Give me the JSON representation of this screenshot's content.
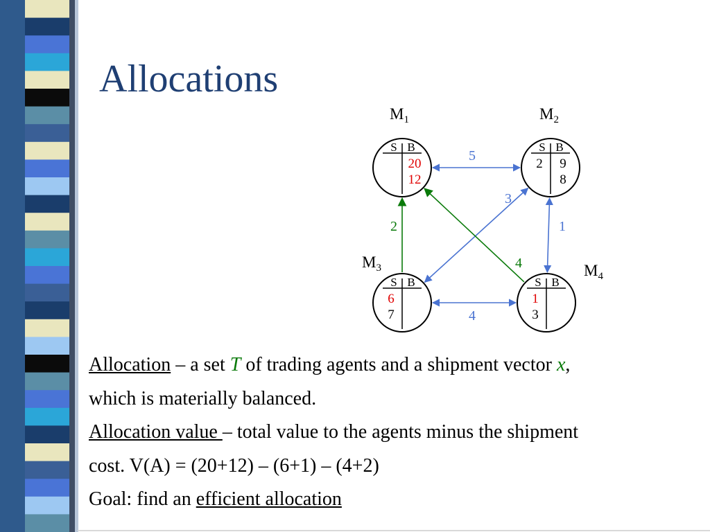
{
  "title": "Allocations",
  "colors": {
    "title": "#1f3f73",
    "blue_edge": "#4a73d1",
    "green_edge": "#0a7a0a",
    "allocated": "#e00000",
    "stripe": [
      "#3a5f96",
      "#1a3d6b",
      "#4a74d6",
      "#e9e6be",
      "#0b0b0b",
      "#5b8ea6",
      "#2ba6d8",
      "#9dc8f2"
    ]
  },
  "nodes": [
    {
      "id": "m1",
      "label": "M",
      "sub": "1",
      "s": [],
      "b": [
        {
          "v": "20",
          "alloc": true
        },
        {
          "v": "12",
          "alloc": true
        }
      ]
    },
    {
      "id": "m2",
      "label": "M",
      "sub": "2",
      "s": [
        {
          "v": "2",
          "alloc": false
        }
      ],
      "b": [
        {
          "v": "9",
          "alloc": false
        },
        {
          "v": "8",
          "alloc": false
        }
      ]
    },
    {
      "id": "m3",
      "label": "M",
      "sub": "3",
      "s": [
        {
          "v": "6",
          "alloc": true
        },
        {
          "v": "7",
          "alloc": false
        }
      ],
      "b": []
    },
    {
      "id": "m4",
      "label": "M",
      "sub": "4",
      "s": [
        {
          "v": "1",
          "alloc": true
        },
        {
          "v": "3",
          "alloc": false
        }
      ],
      "b": []
    }
  ],
  "col_headers": {
    "s": "S",
    "b": "B"
  },
  "edges": [
    {
      "from": "m1",
      "to": "m2",
      "cost": "5",
      "color": "blue",
      "bidirectional": true
    },
    {
      "from": "m2",
      "to": "m4",
      "cost": "1",
      "color": "blue",
      "bidirectional": true
    },
    {
      "from": "m3",
      "to": "m4",
      "cost": "4",
      "color": "blue",
      "bidirectional": true
    },
    {
      "from": "m2",
      "to": "m3",
      "cost": "3",
      "color": "blue",
      "bidirectional": true
    },
    {
      "from": "m3",
      "to": "m1",
      "cost": "2",
      "color": "green",
      "bidirectional": false
    },
    {
      "from": "m4",
      "to": "m1",
      "cost": "4",
      "color": "green",
      "bidirectional": false
    }
  ],
  "text": {
    "line1": {
      "term": "Allocation",
      "a": " – a set ",
      "T": "T",
      "b": " of trading agents and a shipment vector ",
      "x": "x",
      "c": ","
    },
    "line2": "which is materially balanced.",
    "line3": {
      "term": "Allocation value ",
      "rest": " – total value to the agents minus the shipment"
    },
    "line4": "cost. V(A) = (20+12) – (6+1) – (4+2)",
    "line5": {
      "lead": "Goal: find an ",
      "term": "efficient allocation"
    }
  }
}
